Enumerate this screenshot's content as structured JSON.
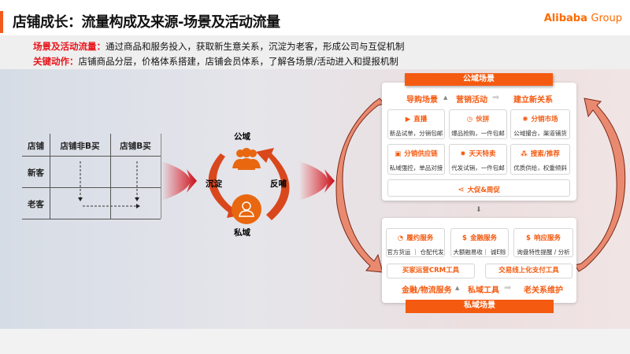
{
  "header": {
    "title": "店铺成长：流量构成及来源-场景及活动流量",
    "logo": "Alibaba",
    "logo_suffix": "Group"
  },
  "summary": [
    {
      "label": "场景及活动流量：",
      "text": "通过商品和服务投入，获取新生意关系，沉淀为老客，形成公司与互促机制"
    },
    {
      "label": "关键动作：",
      "text": "店铺商品分层，价格体系搭建，店铺会员体系，了解各场景/活动进入和提报机制"
    }
  ],
  "table": {
    "corner": "店铺",
    "cols": [
      "店铺非B买",
      "店铺B买"
    ],
    "rows": [
      "新客",
      "老客"
    ]
  },
  "cycle": {
    "top": "公域",
    "bottom": "私域",
    "left": "沉淀",
    "right": "反哺"
  },
  "public": {
    "title": "公域场景",
    "flow": [
      "导购场景",
      "营销活动",
      "建立新关系"
    ],
    "cards": [
      {
        "title": "直播",
        "sub": "新品试单，分销包邮"
      },
      {
        "title": "伙拼",
        "sub": "爆品抢购，一件包邮"
      },
      {
        "title": "分销市场",
        "sub": "公域撮合，渠道铺货"
      },
      {
        "title": "分销供应链",
        "sub": "私域强控，单品对接"
      },
      {
        "title": "天天特卖",
        "sub": "代发试销，一件包邮"
      },
      {
        "title": "搜索/推荐",
        "sub": "优质供给，权重倾斜"
      }
    ],
    "promo": "大促&周促"
  },
  "private": {
    "title": "私域场景",
    "flow": [
      "金融/物流服务",
      "私域工具",
      "老关系维护"
    ],
    "cards": [
      {
        "title": "履约服务",
        "sub": "官方货运 ｜ 仓配代发"
      },
      {
        "title": "金融服务",
        "sub": "大额融易收｜ 诚E赊"
      },
      {
        "title": "响应服务",
        "sub": "询盘特性提醒 / 分析"
      }
    ],
    "tools": [
      "买家运营CRM工具",
      "交易线上化支付工具"
    ]
  },
  "colors": {
    "accent": "#f45a10",
    "red": "#e8131a"
  }
}
